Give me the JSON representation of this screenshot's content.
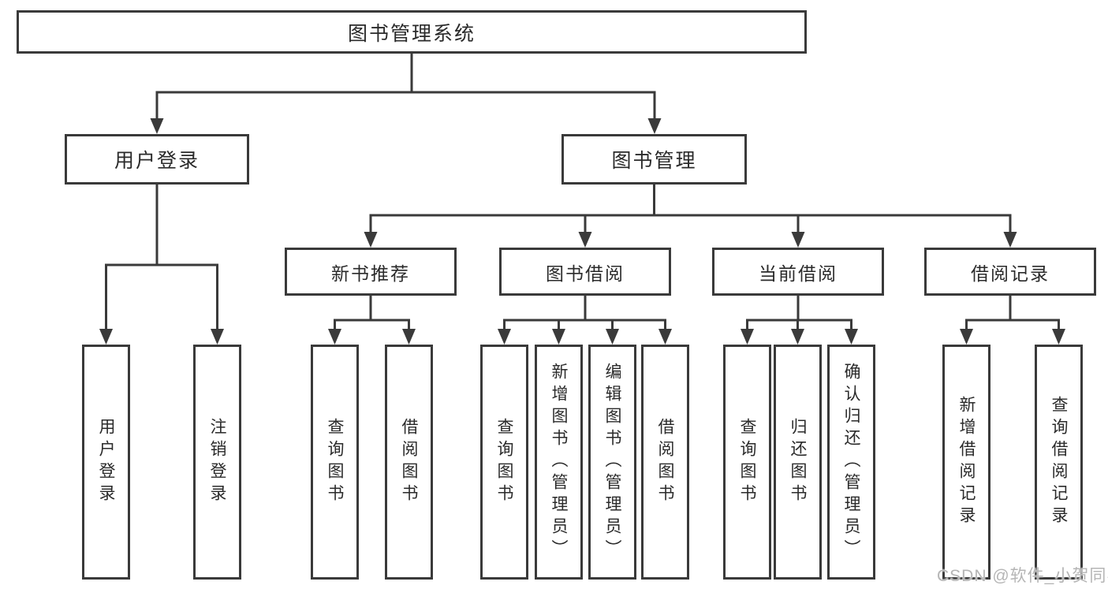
{
  "diagram": {
    "root": {
      "label": "图书管理系统"
    },
    "branches": [
      {
        "label": "用户登录",
        "children": [
          {
            "label": "用户登录"
          },
          {
            "label": "注销登录"
          }
        ]
      },
      {
        "label": "图书管理",
        "children": [
          {
            "label": "新书推荐",
            "children": [
              {
                "label": "查询图书"
              },
              {
                "label": "借阅图书"
              }
            ]
          },
          {
            "label": "图书借阅",
            "children": [
              {
                "label": "查询图书"
              },
              {
                "label": "新增图书（管理员）"
              },
              {
                "label": "编辑图书（管理员）"
              },
              {
                "label": "借阅图书"
              }
            ]
          },
          {
            "label": "当前借阅",
            "children": [
              {
                "label": "查询图书"
              },
              {
                "label": "归还图书"
              },
              {
                "label": "确认归还（管理员）"
              }
            ]
          },
          {
            "label": "借阅记录",
            "children": [
              {
                "label": "新增借阅记录"
              },
              {
                "label": "查询借阅记录"
              }
            ]
          }
        ]
      }
    ]
  },
  "watermark": {
    "text": "CSDN @软件_小贺同学"
  },
  "colors": {
    "line": "#3a3a3a",
    "text": "#2a2a2a",
    "background": "#ffffff",
    "watermark": "#b5b5b5"
  }
}
